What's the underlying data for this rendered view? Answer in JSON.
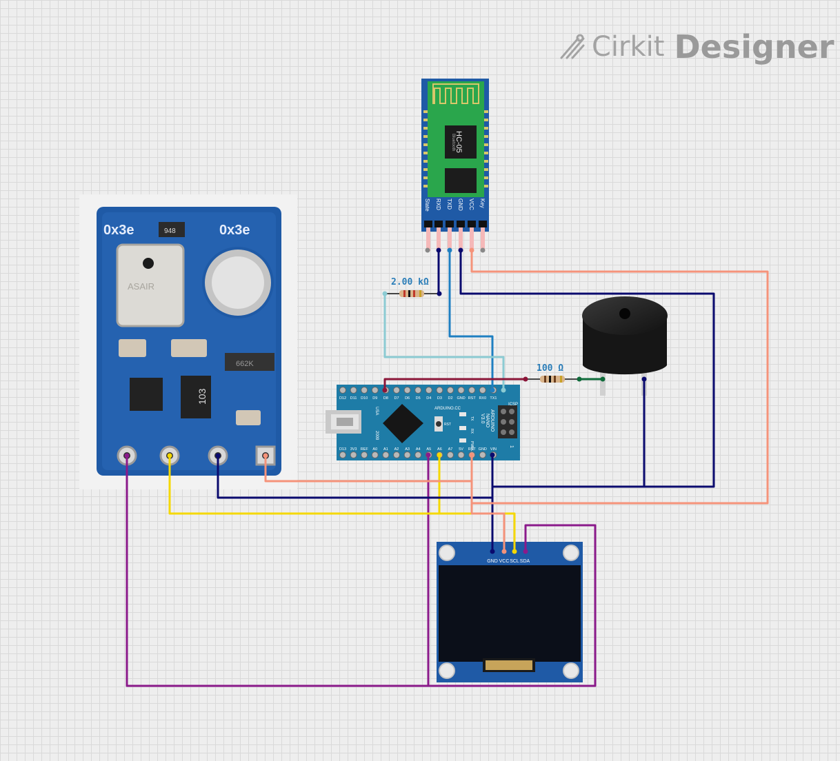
{
  "branding": {
    "brand": "Cirkit",
    "product": "Designer"
  },
  "components": {
    "sensor": {
      "marking_left": "0x3e",
      "marking_right": "0x3e",
      "chip": "ASAIR",
      "chip_code": "948",
      "resistor_marking": "103",
      "cap_marking": "662K"
    },
    "bluetooth": {
      "model": "HC-05",
      "sub": "Bluetooth",
      "pins": [
        "State",
        "RXD",
        "TXD",
        "GND",
        "VCC",
        "Key"
      ]
    },
    "arduino": {
      "top_pins": [
        "D12",
        "D11",
        "D10",
        "D9",
        "D8",
        "D7",
        "D6",
        "D5",
        "D4",
        "D3",
        "D2",
        "GND",
        "RST",
        "RX0",
        "TX1"
      ],
      "bottom_pins": [
        "D13",
        "3V3",
        "REF",
        "A0",
        "A1",
        "A2",
        "A3",
        "A4",
        "A5",
        "A6",
        "A7",
        "5V",
        "RST",
        "GND",
        "VIN"
      ],
      "brand": "ARDUINO.CC",
      "name_lines": [
        "ARDUINO",
        "NANO",
        "V3.0"
      ],
      "usa": "USA",
      "year": "2009",
      "icsp": "ICSP",
      "rst": "RST",
      "led_tx": "TX",
      "led_rx": "RX",
      "led_pwr": "PWR",
      "led_l": "L",
      "one": "1"
    },
    "oled": {
      "pins": [
        "GND",
        "VCC",
        "SCL",
        "SDA"
      ]
    },
    "resistor1": {
      "label": "2.00 kΩ"
    },
    "resistor2": {
      "label": "100 Ω"
    }
  },
  "colors": {
    "navy": "#0a0a6e",
    "salmon": "#f5937a",
    "purple": "#8b1a8b",
    "yellow": "#f5d800",
    "light_blue": "#8ccbd3",
    "blue": "#1e7fc1",
    "maroon": "#8b1538",
    "green": "#0f6b3a",
    "board_blue": "#1a5fa8",
    "nano_teal": "#1e7ca7"
  }
}
